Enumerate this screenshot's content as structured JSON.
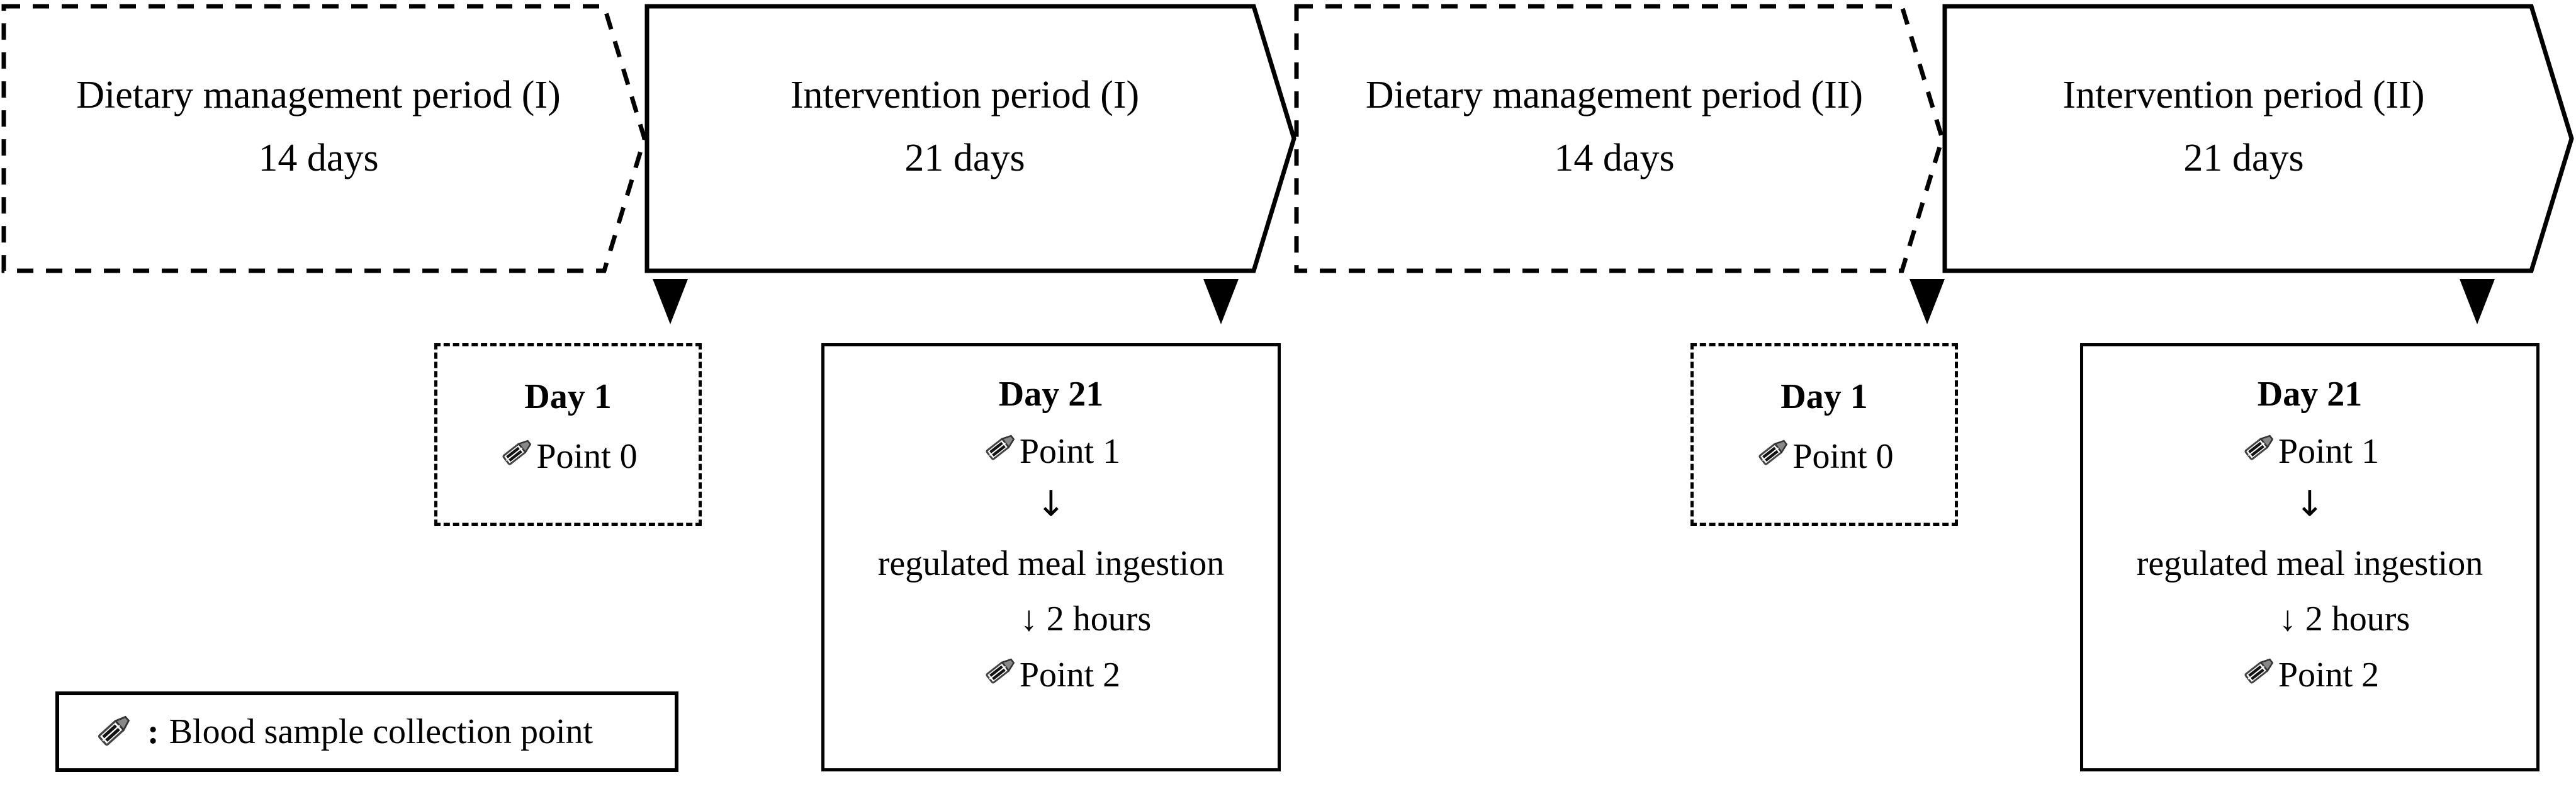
{
  "diagram": {
    "type": "study-design-timeline",
    "title_visible": false,
    "colors": {
      "line": "#000000",
      "fill": "#ffffff",
      "text": "#000000"
    },
    "timeline": {
      "segments": [
        {
          "id": "dietary-1",
          "title": "Dietary management period (I)",
          "days": "14 days",
          "border_style": "dashed",
          "shape": "chevron"
        },
        {
          "id": "intervention-1",
          "title": "Intervention period (I)",
          "days": "21 days",
          "border_style": "solid",
          "shape": "chevron"
        },
        {
          "id": "dietary-2",
          "title": "Dietary management period (II)",
          "days": "14 days",
          "border_style": "dashed",
          "shape": "chevron"
        },
        {
          "id": "intervention-2",
          "title": "Intervention period (II)",
          "days": "21 days",
          "border_style": "solid",
          "shape": "chevron"
        }
      ]
    },
    "timepoint_boxes": [
      {
        "id": "dietary-1-day1",
        "heading": "Day 1",
        "border_style": "dashed",
        "lines": [
          {
            "kind": "blood-point",
            "label": "Point 0"
          }
        ]
      },
      {
        "id": "intervention-1-day21",
        "heading": "Day 21",
        "border_style": "solid",
        "lines": [
          {
            "kind": "blood-point",
            "label": "Point 1"
          },
          {
            "kind": "arrow",
            "label": "↓"
          },
          {
            "kind": "text",
            "label": "regulated meal ingestion"
          },
          {
            "kind": "arrow-text",
            "label": "↓ 2 hours"
          },
          {
            "kind": "blood-point",
            "label": "Point 2"
          }
        ]
      },
      {
        "id": "dietary-2-day1",
        "heading": "Day 1",
        "border_style": "dashed",
        "lines": [
          {
            "kind": "blood-point",
            "label": "Point 0"
          }
        ]
      },
      {
        "id": "intervention-2-day21",
        "heading": "Day 21",
        "border_style": "solid",
        "lines": [
          {
            "kind": "blood-point",
            "label": "Point 1"
          },
          {
            "kind": "arrow",
            "label": "↓"
          },
          {
            "kind": "text",
            "label": "regulated meal ingestion"
          },
          {
            "kind": "arrow-text",
            "label": "↓ 2 hours"
          },
          {
            "kind": "blood-point",
            "label": "Point 2"
          }
        ]
      }
    ],
    "legend": {
      "icon_name": "blood-collection-tube-icon",
      "separator": ":",
      "text": "Blood sample collection point"
    }
  }
}
